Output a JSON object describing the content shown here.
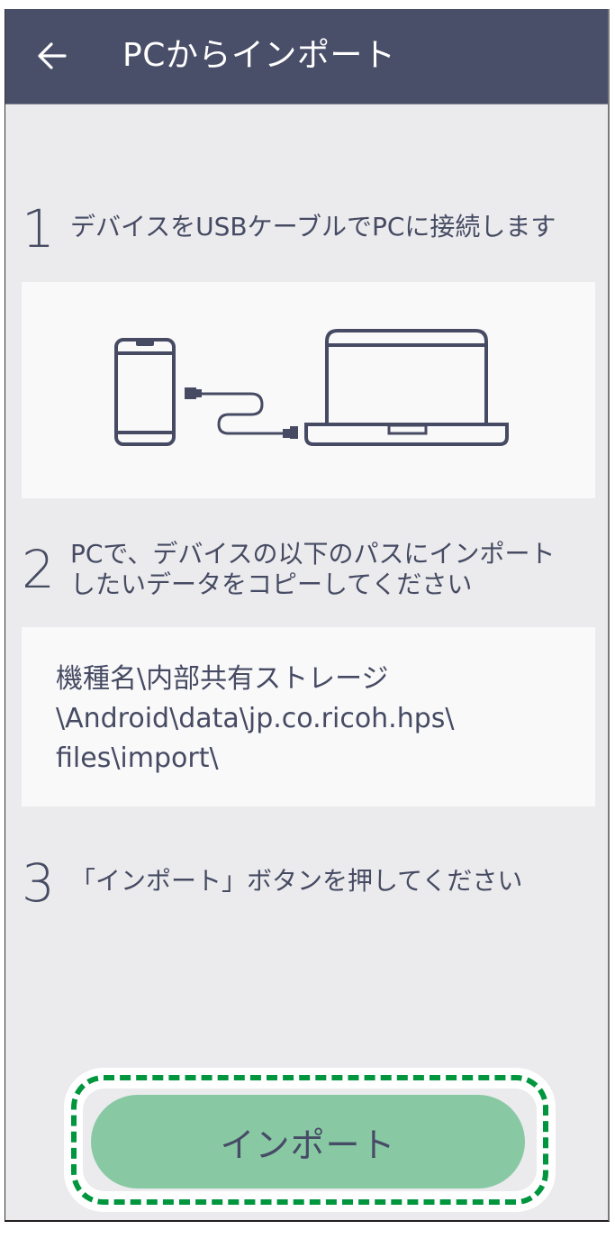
{
  "appbar": {
    "back_icon": "arrow-left-icon",
    "title": "PCからインポート",
    "background": "#4a4f69"
  },
  "steps": [
    {
      "number": "1",
      "text": "デバイスをUSBケーブルでPCに接続します"
    },
    {
      "number": "2",
      "text_line1": "PCで、デバイスの以下のパスにインポート",
      "text_line2": "したいデータをコピーしてください"
    },
    {
      "number": "3",
      "text": "「インポート」ボタンを押してください"
    }
  ],
  "illustration": {
    "icons": [
      "smartphone-icon",
      "usb-cable-icon",
      "laptop-icon"
    ]
  },
  "path": {
    "line1": "機種名\\内部共有ストレージ",
    "line2": "\\Android\\data\\jp.co.ricoh.hps\\",
    "line3": "files\\import\\"
  },
  "import_button": {
    "label": "インポート",
    "color": "#88c9a4",
    "focus_highlight_color": "#00963e"
  }
}
